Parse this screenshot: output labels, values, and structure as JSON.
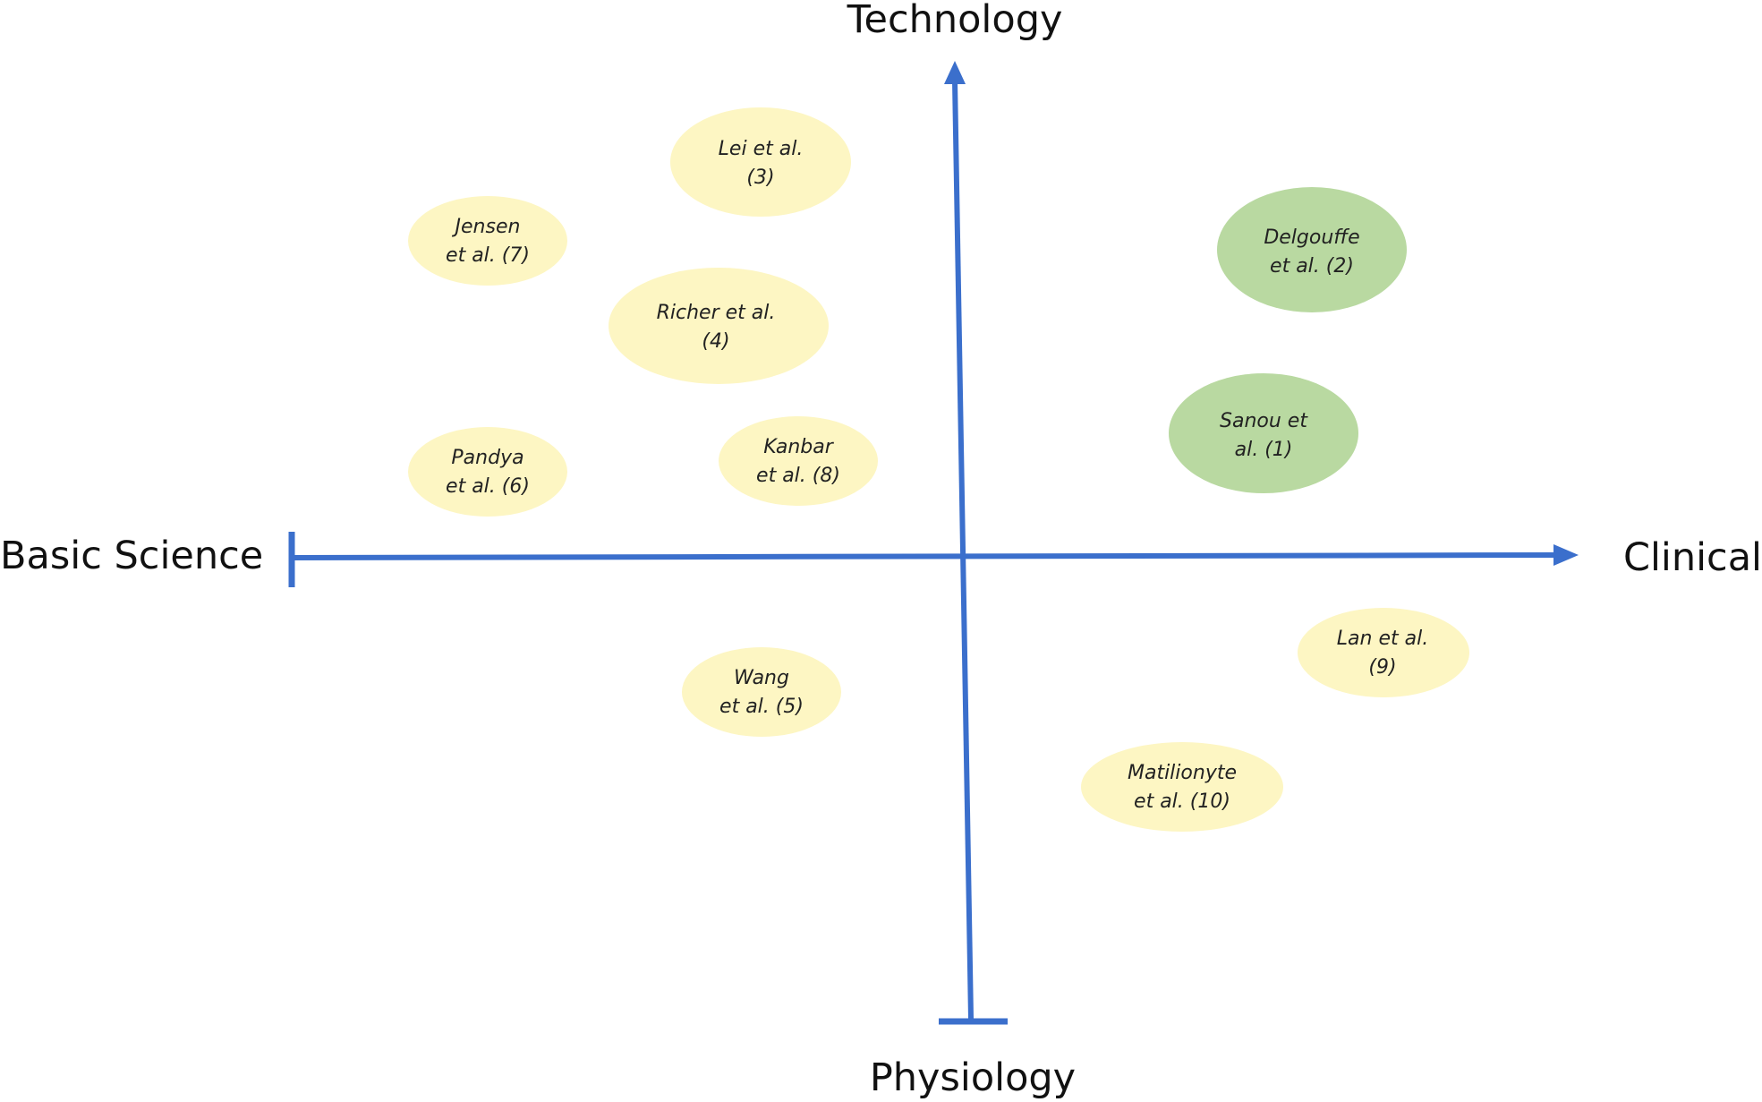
{
  "axes": {
    "top": "Technology",
    "bottom": "Physiology",
    "left": "Basic Science",
    "right": "Clinical"
  },
  "colors": {
    "axis": "#3b6fcc",
    "yellow_fill": "#fdf6c3",
    "green_fill": "#b9d9a1"
  },
  "studies": [
    {
      "line1": "Lei et al.",
      "line2": "(3)",
      "color": "yellow"
    },
    {
      "line1": "Jensen",
      "line2": "et al. (7)",
      "color": "yellow"
    },
    {
      "line1": "Richer et al.",
      "line2": "(4)",
      "color": "yellow"
    },
    {
      "line1": "Pandya",
      "line2": "et al. (6)",
      "color": "yellow"
    },
    {
      "line1": "Kanbar",
      "line2": "et al. (8)",
      "color": "yellow"
    },
    {
      "line1": "Delgouffe",
      "line2": "et al. (2)",
      "color": "green"
    },
    {
      "line1": "Sanou  et",
      "line2": "al. (1)",
      "color": "green"
    },
    {
      "line1": "Lan et al.",
      "line2": "(9)",
      "color": "yellow"
    },
    {
      "line1": "Wang",
      "line2": "et al. (5)",
      "color": "yellow"
    },
    {
      "line1": "Matilionyte",
      "line2": "et al. (10)",
      "color": "yellow"
    }
  ]
}
